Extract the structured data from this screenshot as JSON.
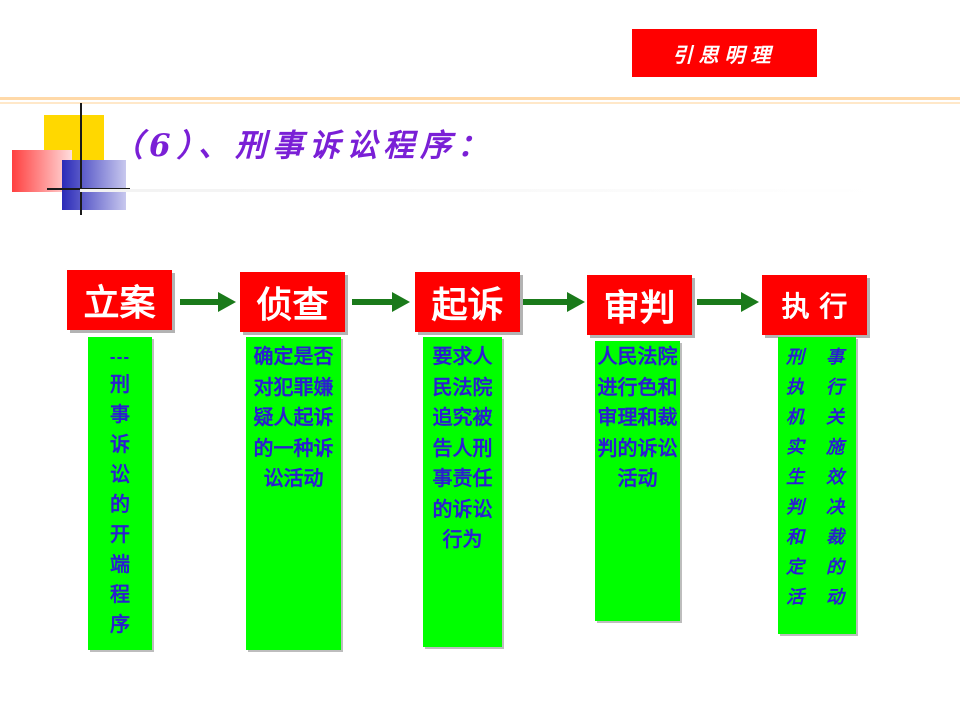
{
  "header_badge": "引思明理",
  "title": "（6）、刑事诉讼程序：",
  "steps": [
    {
      "name": "立案",
      "desc": "---刑事诉讼的开端程序"
    },
    {
      "name": "侦查",
      "desc": "确定是否对犯罪嫌疑人起诉的一种诉讼活动"
    },
    {
      "name": "起诉",
      "desc": "要求人民法院追究被告人刑事责任的诉讼行为"
    },
    {
      "name": "审判",
      "desc": "人民法院进行色和审理和裁判的诉讼活动"
    },
    {
      "name": "执 行",
      "desc": "刑事执行机关实施生效判决和裁定的活动"
    }
  ],
  "colors": {
    "header_bg": "#ff0000",
    "body_bg": "#00ff00",
    "body_text": "#2a1fd0",
    "title": "#7a1fd6",
    "arrow": "#1a7a1a"
  },
  "icons": [
    "right-arrow-icon"
  ]
}
